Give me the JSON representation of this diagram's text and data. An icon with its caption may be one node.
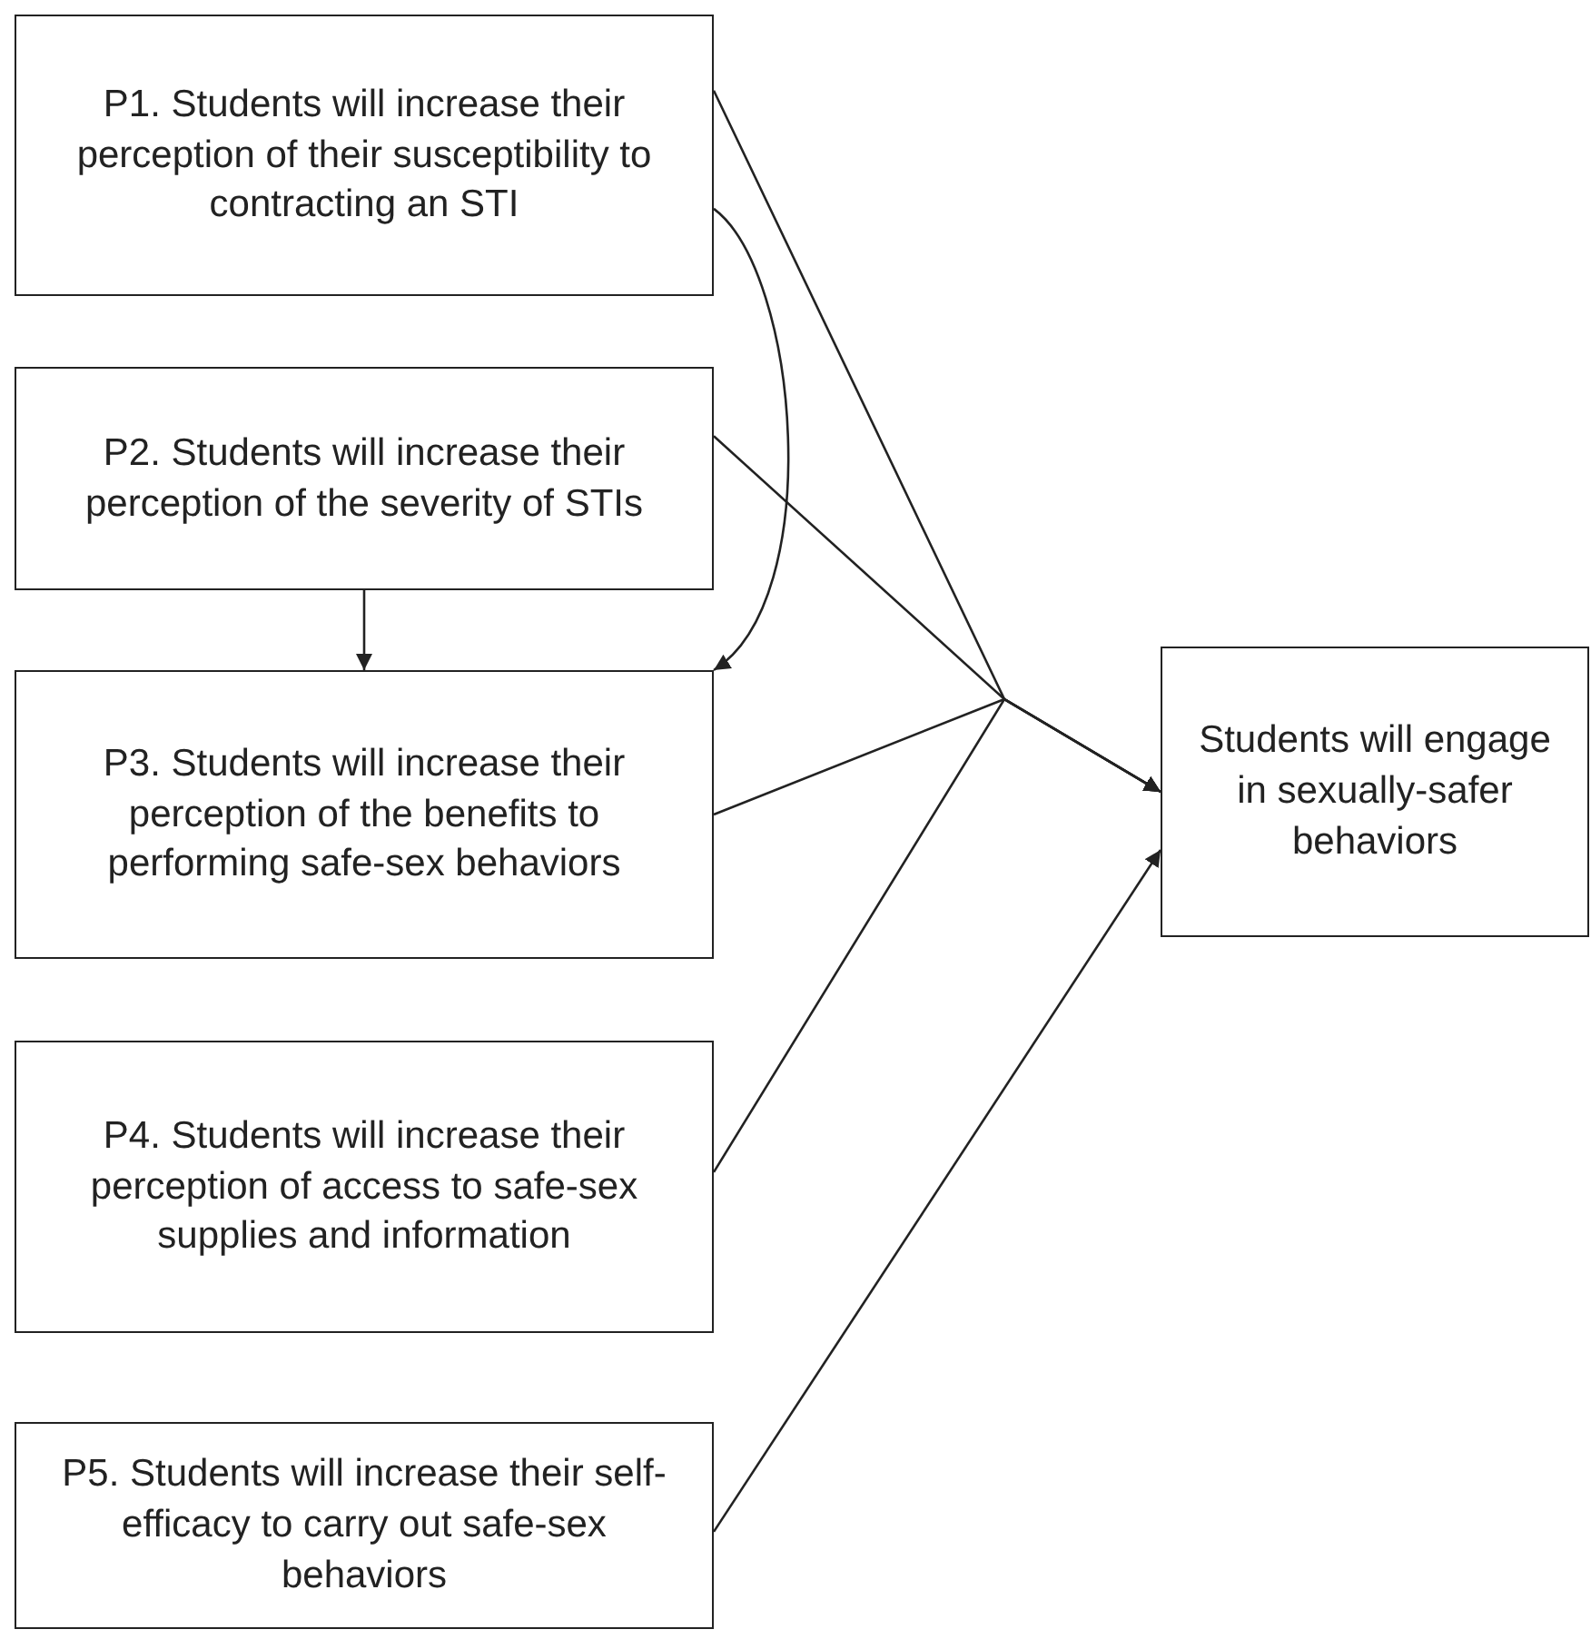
{
  "diagram": {
    "nodes": [
      {
        "text": [
          "P1. Students will increase their perception of their susceptibility to contracting an STI"
        ]
      },
      {
        "text": [
          "P2. Students will increase their perception of the severity of STIs"
        ]
      },
      {
        "text": [
          "P3. Students will increase their perception of the benefits to performing safe-sex behaviors"
        ]
      },
      {
        "text": [
          "P4. Students will increase their perception of access to safe-sex supplies and information"
        ]
      },
      {
        "text": [
          "P5. Students will increase their self-efficacy to carry out safe-sex behaviors"
        ]
      },
      {
        "text": [
          "Students will engage in sexually-safer behaviors"
        ]
      }
    ],
    "edges": [
      {
        "from": 0,
        "to": 2,
        "arrow": "to"
      },
      {
        "from": 1,
        "to": 2,
        "arrow": "to"
      },
      {
        "from": 0,
        "to": 5,
        "arrow": "to"
      },
      {
        "from": 1,
        "to": 5,
        "arrow": "to"
      },
      {
        "from": 2,
        "to": 5,
        "arrow": "to"
      },
      {
        "from": 3,
        "to": 5,
        "arrow": "to"
      },
      {
        "from": 4,
        "to": 5,
        "arrow": "to"
      }
    ]
  }
}
